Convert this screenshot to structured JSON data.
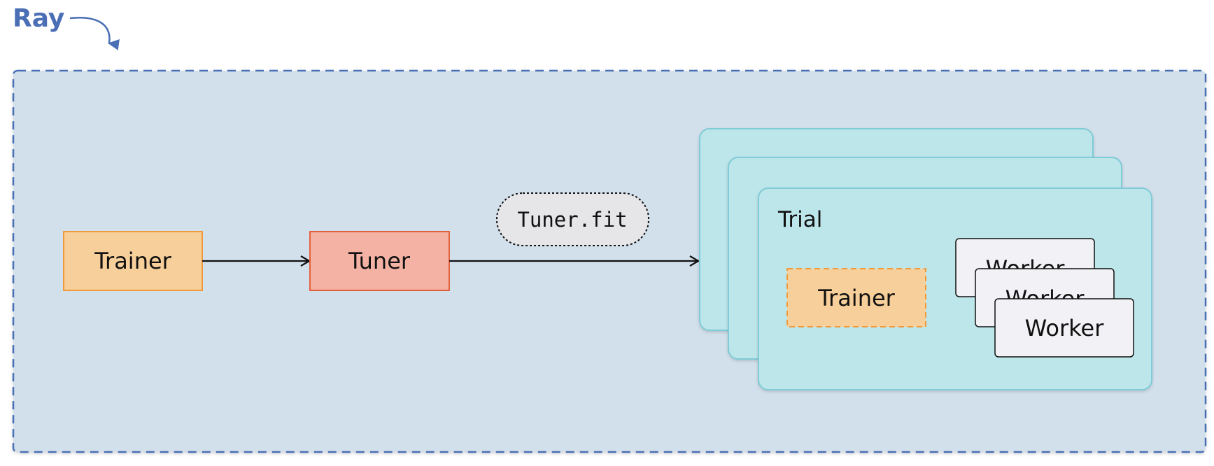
{
  "ray": {
    "label": "Ray"
  },
  "nodes": {
    "trainer_label": "Trainer",
    "tuner_label": "Tuner",
    "tuner_fit_label": "Tuner.fit"
  },
  "trial": {
    "label": "Trial",
    "trainer_label": "Trainer",
    "worker_labels": [
      "Worker",
      "Worker",
      "Worker"
    ]
  },
  "colors": {
    "ray_accent": "#4a6fb5",
    "cluster_fill": "#d2e0ec",
    "trainer_fill": "#f7cf9a",
    "trainer_stroke": "#f09a3c",
    "tuner_fill": "#f3b2a4",
    "tuner_stroke": "#e3603c",
    "trial_fill": "#bde6eb",
    "trial_stroke": "#7fcbd6",
    "worker_fill": "#f2f2f6",
    "pill_fill": "#e6e6e9"
  }
}
